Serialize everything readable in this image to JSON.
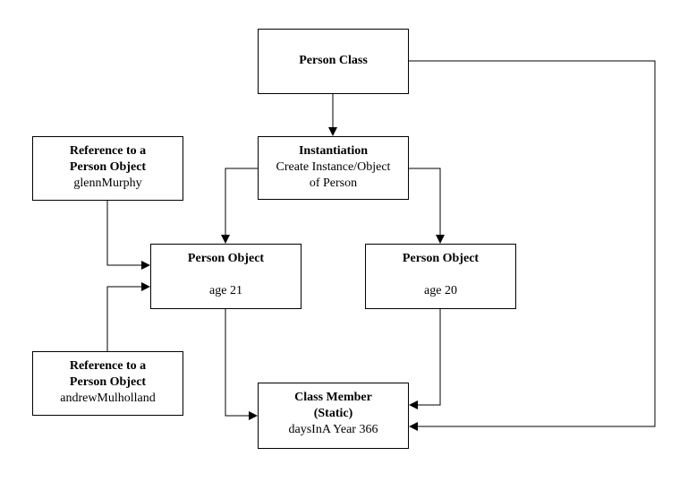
{
  "person_class": {
    "title": "Person Class"
  },
  "instantiation": {
    "title": "Instantiation",
    "line1": "Create Instance/Object",
    "line2": "of Person"
  },
  "ref_glenn": {
    "line1": "Reference to a",
    "line2": "Person Object",
    "name": "glennMurphy"
  },
  "ref_andrew": {
    "line1": "Reference to a",
    "line2": "Person Object",
    "name": "andrewMulholland"
  },
  "object_1": {
    "title": "Person Object",
    "attr": "age 21"
  },
  "object_2": {
    "title": "Person Object",
    "attr": "age 20"
  },
  "class_member": {
    "line1": "Class Member",
    "line2": "(Static)",
    "attr": "daysInA Year 366"
  },
  "colors": {
    "stroke": "#000000",
    "background": "#ffffff"
  }
}
